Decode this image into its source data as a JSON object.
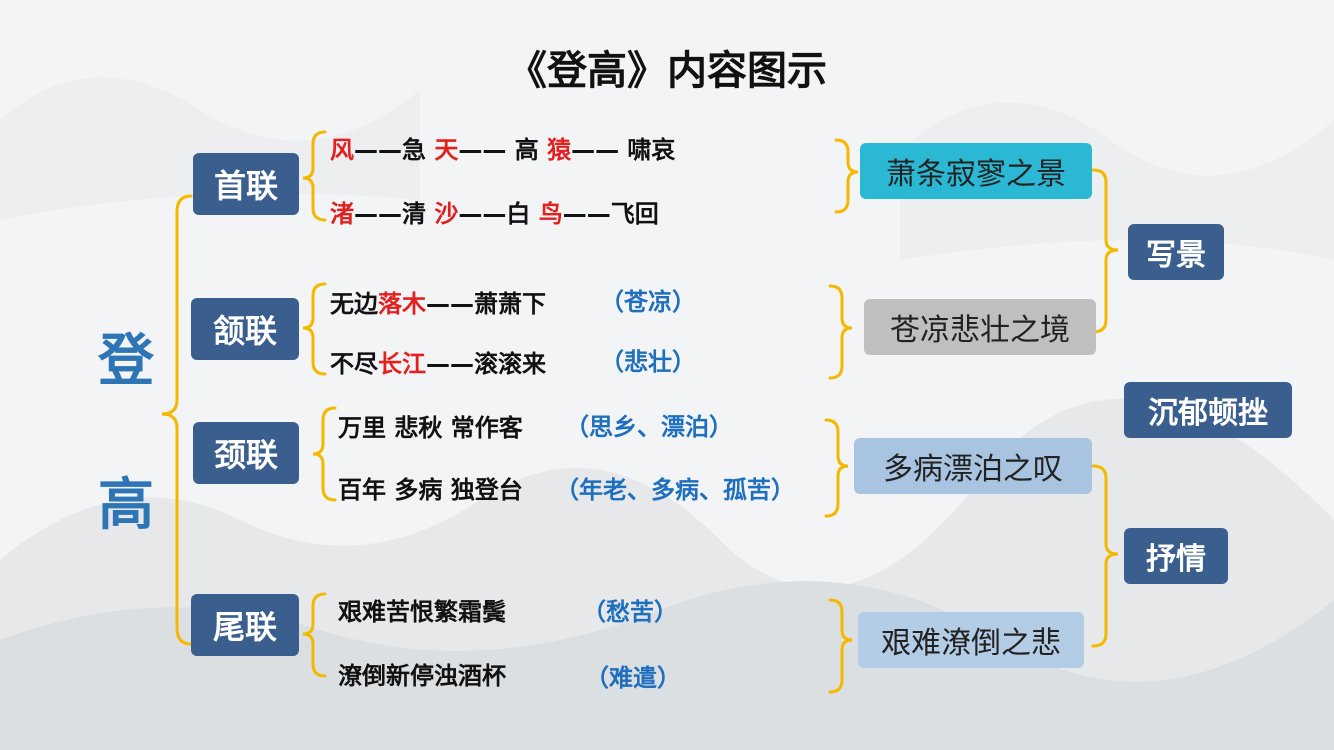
{
  "title": "《登高》内容图示",
  "root": [
    "登",
    "高"
  ],
  "sections": [
    {
      "label": "首联",
      "lines": [
        [
          {
            "t": "风",
            "hl": true
          },
          {
            "t": "——急  "
          },
          {
            "t": "天",
            "hl": true
          },
          {
            "t": "—— 高 "
          },
          {
            "t": "猿",
            "hl": true
          },
          {
            "t": "—— 啸哀"
          }
        ],
        [
          {
            "t": "渚",
            "hl": true
          },
          {
            "t": "——清  "
          },
          {
            "t": "沙",
            "hl": true
          },
          {
            "t": "——白  "
          },
          {
            "t": "鸟",
            "hl": true
          },
          {
            "t": "——飞回"
          }
        ]
      ],
      "scene": "萧条寂寥之景"
    },
    {
      "label": "颔联",
      "lines": [
        [
          {
            "t": "无边"
          },
          {
            "t": "落木",
            "hl": true
          },
          {
            "t": "——萧萧下"
          }
        ],
        [
          {
            "t": "不尽"
          },
          {
            "t": "长江",
            "hl": true
          },
          {
            "t": "——滚滚来"
          }
        ]
      ],
      "notes": [
        "（苍凉）",
        "（悲壮）"
      ],
      "scene": "苍凉悲壮之境"
    },
    {
      "label": "颈联",
      "lines": [
        [
          {
            "t": "万里 悲秋 常作客"
          }
        ],
        [
          {
            "t": "百年 多病 独登台"
          }
        ]
      ],
      "notes": [
        "（思乡、漂泊）",
        "（年老、多病、孤苦）"
      ],
      "scene": "多病漂泊之叹"
    },
    {
      "label": "尾联",
      "lines": [
        [
          {
            "t": "艰难苦恨繁霜鬓"
          }
        ],
        [
          {
            "t": "潦倒新停浊酒杯"
          }
        ]
      ],
      "notes": [
        "（愁苦）",
        "（难遣）"
      ],
      "scene": "艰难潦倒之悲"
    }
  ],
  "categories": {
    "write_scene": "写景",
    "mood": "沉郁顿挫",
    "express": "抒情"
  },
  "colors": {
    "accent": "#3a5f8f",
    "highlight": "#e41f1f",
    "note": "#1f6fbf",
    "bracket": "#f5b800",
    "scene1": "#2bb8d4",
    "scene2": "#bfbfbf",
    "scene3": "#a9c4e0",
    "scene4": "#b4cde6"
  }
}
